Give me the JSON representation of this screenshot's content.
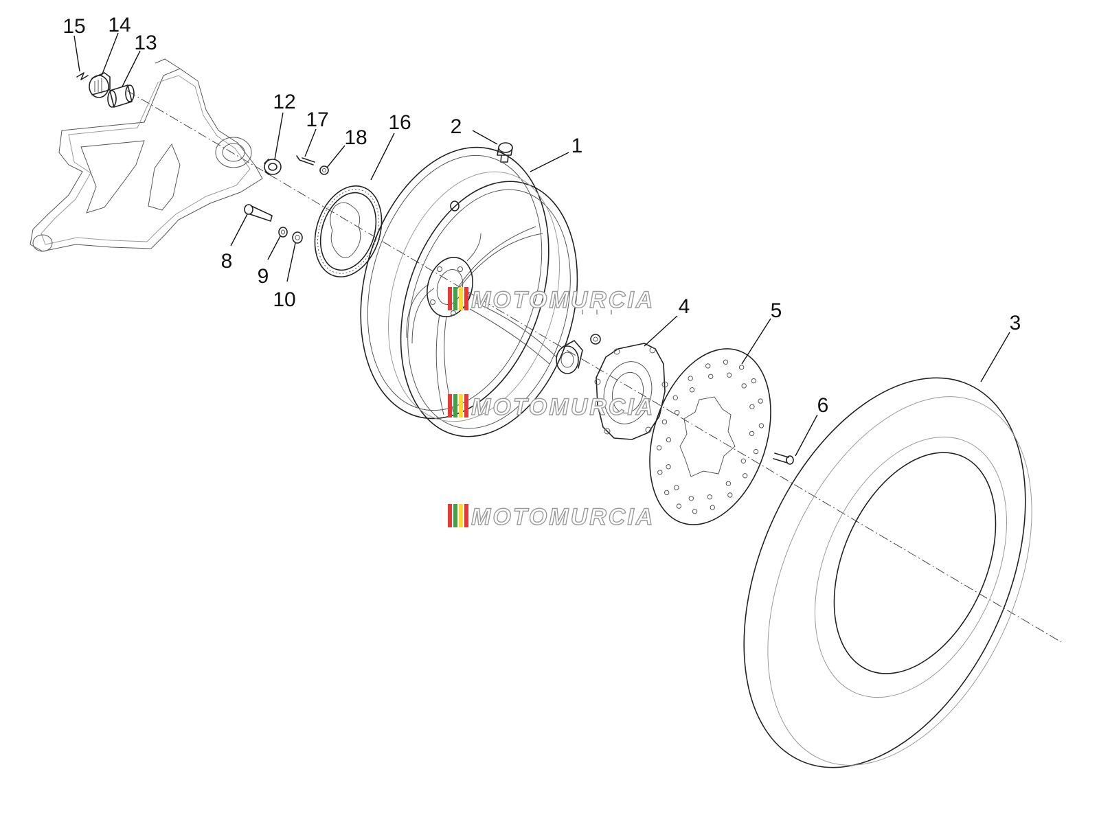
{
  "callouts": [
    "1",
    "2",
    "3",
    "4",
    "5",
    "6",
    "8",
    "9",
    "10",
    "12",
    "13",
    "14",
    "15",
    "16",
    "17",
    "18"
  ],
  "watermark": "MOTOMURCIA",
  "watermark_colors": [
    "#e53935",
    "#43a047",
    "#fdd835",
    "#e53935"
  ]
}
